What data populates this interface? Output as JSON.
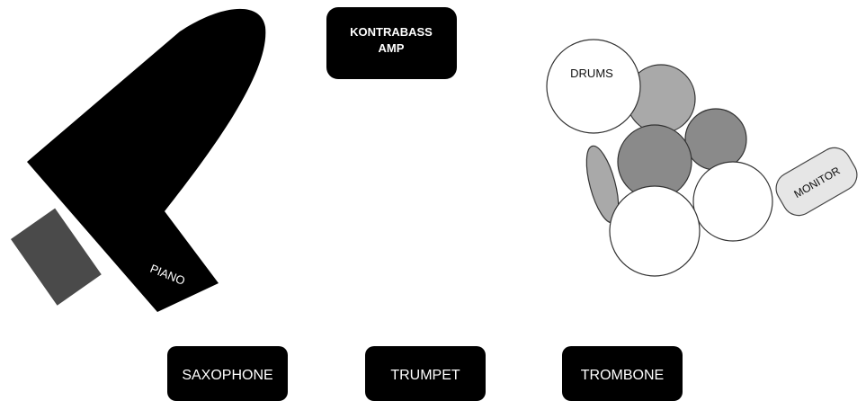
{
  "stage_plot": {
    "piano": {
      "label": "PIANO"
    },
    "kontrabass_amp": {
      "label_line1": "KONTRABASS",
      "label_line2": "AMP"
    },
    "drums": {
      "label": "DRUMS"
    },
    "monitor": {
      "label": "MONITOR"
    },
    "saxophone": {
      "label": "SAXOPHONE"
    },
    "trumpet": {
      "label": "TRUMPET"
    },
    "trombone": {
      "label": "TROMBONE"
    }
  },
  "colors": {
    "instrument_black": "#000000",
    "piano_bench": "#4a4a4a",
    "drum_light_gray": "#a9a9a9",
    "drum_mid_gray": "#8a8a8a",
    "drum_white": "#ffffff",
    "monitor_fill": "#e6e6e6"
  }
}
